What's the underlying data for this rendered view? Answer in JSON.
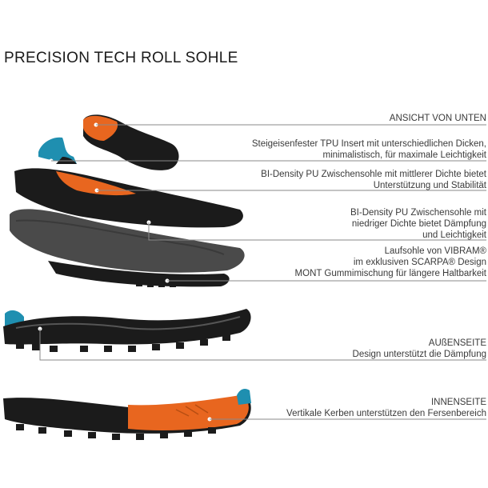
{
  "title": "PRECISION TECH ROLL SOHLE",
  "labels": {
    "bottom_view": "ANSICHT VON UNTEN",
    "tpu_insert": [
      "Steigeisenfester TPU Insert mit unterschiedlichen Dicken,",
      "minimalistisch, für maximale Leichtigkeit"
    ],
    "pu_mid_high": [
      "BI-Density PU Zwischensohle mit mittlerer Dichte bietet",
      "Unterstützung und Stabilität"
    ],
    "pu_mid_low": [
      "BI-Density PU Zwischensohle mit",
      "niedriger Dichte bietet Dämpfung",
      "und Leichtigkeit"
    ],
    "outsole": [
      "Laufsohle von VIBRAM®",
      "im exklusiven SCARPA® Design",
      "MONT  Gummimischung für längere Haltbarkeit"
    ],
    "outside_title": "AUßENSEITE",
    "outside_text": "Design unterstützt die Dämpfung",
    "inside_title": "INNENSEITE",
    "inside_text": "Vertikale Kerben unterstützen den Fersenbereich"
  },
  "colors": {
    "orange": "#e8661f",
    "teal": "#1f8fb0",
    "dark": "#1b1b1b",
    "grey": "#4a4a4a",
    "line": "#8a8a8a"
  }
}
